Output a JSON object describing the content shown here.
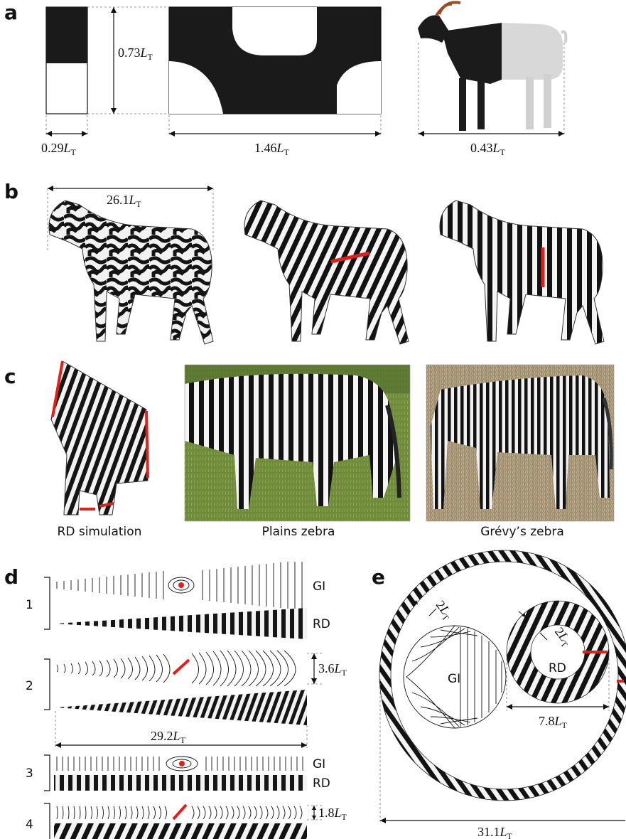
{
  "panels": {
    "a": "a",
    "b": "b",
    "c": "c",
    "d": "d",
    "e": "e"
  },
  "a": {
    "dim_height": "0.73",
    "dim_w1": "0.29",
    "dim_w2": "1.46",
    "dim_w3": "0.43"
  },
  "b": {
    "dim_width": "26.1"
  },
  "c": {
    "cap1": "RD simulation",
    "cap2": "Plains zebra",
    "cap3": "Grévy’s zebra"
  },
  "d": {
    "row1": "1",
    "row2": "2",
    "row3": "3",
    "row4": "4",
    "gi": "GI",
    "rd": "RD",
    "dim_h2": "3.6",
    "dim_w": "29.2",
    "dim_h4": "1.8"
  },
  "e": {
    "gi": "GI",
    "rd": "RD",
    "dim_outer_stripe": "2",
    "dim_inner_stripe": "2",
    "dim_inner": "7.8",
    "dim_outer": "31.1"
  },
  "unit": {
    "L": "L",
    "sub": "T"
  },
  "colors": {
    "ink": "#111111",
    "accent": "#e0201b",
    "grass": "#6f8a3a",
    "dry_grass": "#9a8a6e",
    "goat_light": "#d8d8d8"
  }
}
